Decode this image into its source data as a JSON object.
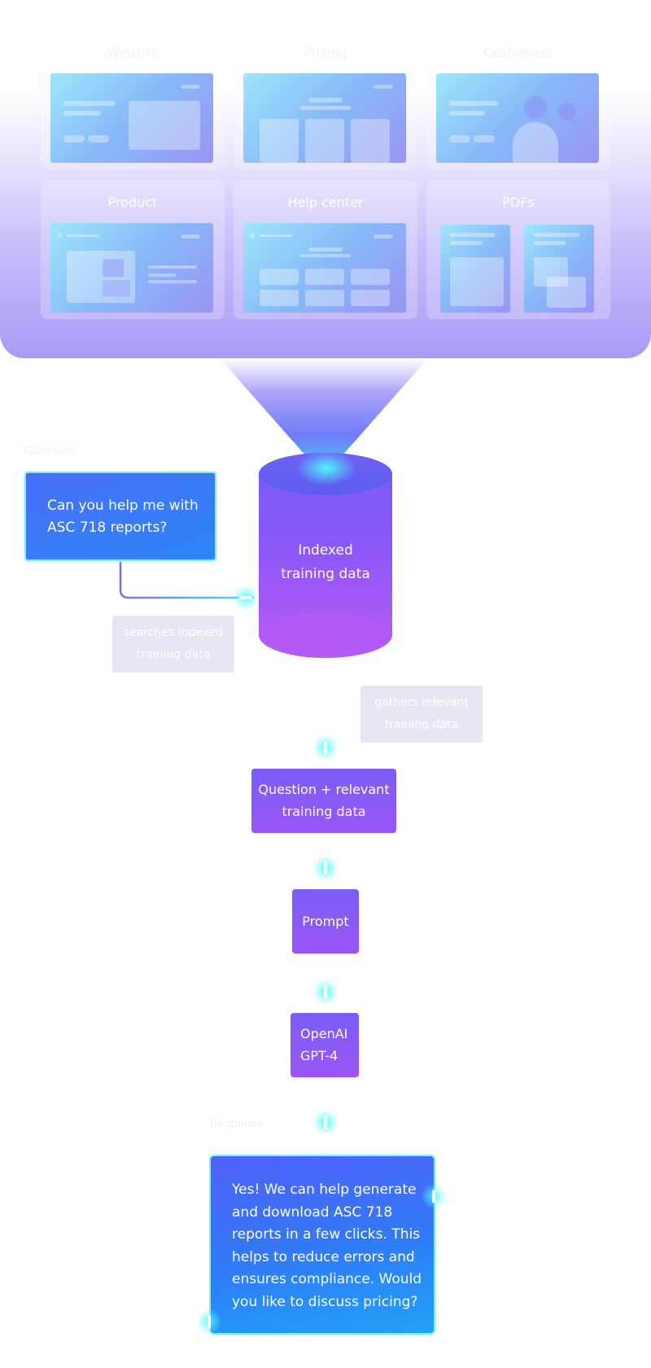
{
  "sources": {
    "top_row": [
      {
        "label": "Website"
      },
      {
        "label": "Pricing"
      },
      {
        "label": "Customers"
      }
    ],
    "bottom_row": [
      {
        "label": "Product"
      },
      {
        "label": "Help center"
      },
      {
        "label": "PDFs"
      }
    ]
  },
  "database": {
    "line1": "Indexed",
    "line2": "training data"
  },
  "question": {
    "caption": "Question",
    "line1": "Can you help me with",
    "line2": "ASC 718 reports?"
  },
  "notes": {
    "search_line1": "searches indexed",
    "search_line2": "training data",
    "gather_line1": "gathers relevant",
    "gather_line2": "training data"
  },
  "steps": {
    "context_line1": "Question + relevant",
    "context_line2": "training data",
    "prompt": "Prompt",
    "model_line1": "OpenAI",
    "model_line2": "GPT-4"
  },
  "response": {
    "caption": "Response",
    "lines": [
      "Yes! We can help generate",
      "and download ASC 718",
      "reports in a few clicks. This",
      "helps to reduce errors and",
      "ensures compliance. Would",
      "you like to discuss pricing?"
    ]
  },
  "colors": {
    "accent_purple": "#8b5cf6",
    "accent_blue": "#2b86f6",
    "glow_cyan": "#50faff"
  }
}
